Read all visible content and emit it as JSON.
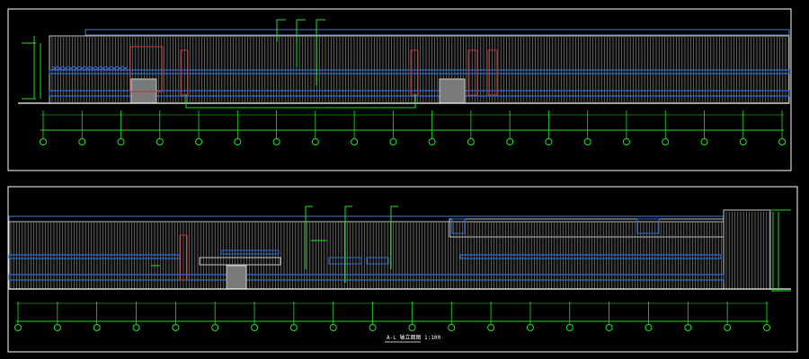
{
  "drawing": {
    "background": "#000000",
    "colors": {
      "frame": "#ffffff",
      "facade": "#c8c8c8",
      "panel_lines": "#8c8c8c",
      "window_band": "#2f6fd6",
      "door": "#9a9a9a",
      "downpipe": "#c03030",
      "dimension": "#1fe01f",
      "axis_bubble": "#1fe01f",
      "truss": "#3a6fe0"
    },
    "top_elevation": {
      "axis_count": 20
    },
    "bottom_elevation": {
      "axis_count": 20,
      "caption": "A-L 轴立面图 1:100"
    }
  }
}
